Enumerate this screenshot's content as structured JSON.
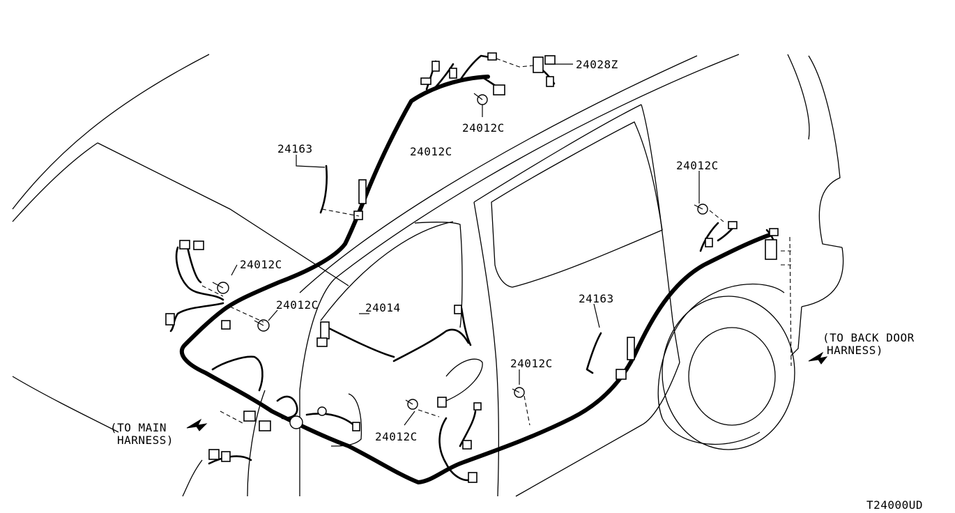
{
  "parts": {
    "p24028z": "24028Z",
    "p24012c_top": "24012C",
    "p24012c_mid": "24012C",
    "p24163_left": "24163",
    "p24012c_left1": "24012C",
    "p24012c_left2": "24012C",
    "p24014": "24014",
    "p24012c_right": "24012C",
    "p24163_right": "24163",
    "p24012c_lower": "24012C",
    "p24012c_bottom": "24012C"
  },
  "notes": {
    "main_harness_1": "(TO MAIN",
    "main_harness_2": "HARNESS)",
    "back_door_1": "(TO BACK DOOR",
    "back_door_2": "HARNESS)"
  },
  "drawing_code": "T24000UD"
}
